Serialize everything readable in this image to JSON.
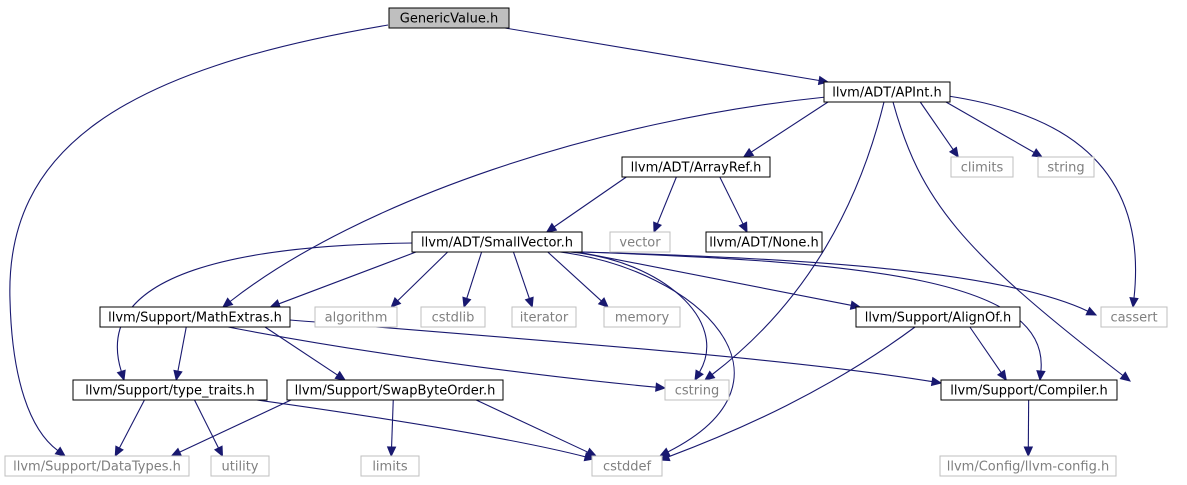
{
  "graph": {
    "colors": {
      "edge": "#191970",
      "root_fill": "#bfbfbf",
      "internal_border": "#000000",
      "external_border": "#bfbfbf",
      "external_text": "#7f7f7f",
      "internal_text": "#000000"
    },
    "nodes": [
      {
        "id": "genericvalue",
        "label": "GenericValue.h",
        "kind": "root"
      },
      {
        "id": "apint",
        "label": "llvm/ADT/APInt.h",
        "kind": "internal"
      },
      {
        "id": "arrayref",
        "label": "llvm/ADT/ArrayRef.h",
        "kind": "internal"
      },
      {
        "id": "climits",
        "label": "climits",
        "kind": "external"
      },
      {
        "id": "string",
        "label": "string",
        "kind": "external"
      },
      {
        "id": "smallvector",
        "label": "llvm/ADT/SmallVector.h",
        "kind": "internal"
      },
      {
        "id": "vector",
        "label": "vector",
        "kind": "external"
      },
      {
        "id": "none",
        "label": "llvm/ADT/None.h",
        "kind": "internal"
      },
      {
        "id": "mathextras",
        "label": "llvm/Support/MathExtras.h",
        "kind": "internal"
      },
      {
        "id": "algorithm",
        "label": "algorithm",
        "kind": "external"
      },
      {
        "id": "cstdlib",
        "label": "cstdlib",
        "kind": "external"
      },
      {
        "id": "iterator",
        "label": "iterator",
        "kind": "external"
      },
      {
        "id": "memory",
        "label": "memory",
        "kind": "external"
      },
      {
        "id": "alignof",
        "label": "llvm/Support/AlignOf.h",
        "kind": "internal"
      },
      {
        "id": "cassert",
        "label": "cassert",
        "kind": "external"
      },
      {
        "id": "typetraits",
        "label": "llvm/Support/type_traits.h",
        "kind": "internal"
      },
      {
        "id": "swapbyteorder",
        "label": "llvm/Support/SwapByteOrder.h",
        "kind": "internal"
      },
      {
        "id": "cstring",
        "label": "cstring",
        "kind": "external"
      },
      {
        "id": "compiler",
        "label": "llvm/Support/Compiler.h",
        "kind": "internal"
      },
      {
        "id": "datatypes",
        "label": "llvm/Support/DataTypes.h",
        "kind": "external"
      },
      {
        "id": "utility",
        "label": "utility",
        "kind": "external"
      },
      {
        "id": "limits",
        "label": "limits",
        "kind": "external"
      },
      {
        "id": "cstddef",
        "label": "cstddef",
        "kind": "external"
      },
      {
        "id": "llvmconfig",
        "label": "llvm/Config/llvm-config.h",
        "kind": "external"
      }
    ],
    "edges": [
      {
        "from": "genericvalue",
        "to": "apint"
      },
      {
        "from": "genericvalue",
        "to": "datatypes"
      },
      {
        "from": "apint",
        "to": "arrayref"
      },
      {
        "from": "apint",
        "to": "climits"
      },
      {
        "from": "apint",
        "to": "string"
      },
      {
        "from": "apint",
        "to": "cassert"
      },
      {
        "from": "apint",
        "to": "mathextras"
      },
      {
        "from": "apint",
        "to": "cstring"
      },
      {
        "from": "apint",
        "to": "compiler"
      },
      {
        "from": "arrayref",
        "to": "smallvector"
      },
      {
        "from": "arrayref",
        "to": "vector"
      },
      {
        "from": "arrayref",
        "to": "none"
      },
      {
        "from": "smallvector",
        "to": "mathextras"
      },
      {
        "from": "smallvector",
        "to": "typetraits"
      },
      {
        "from": "smallvector",
        "to": "algorithm"
      },
      {
        "from": "smallvector",
        "to": "cstdlib"
      },
      {
        "from": "smallvector",
        "to": "iterator"
      },
      {
        "from": "smallvector",
        "to": "memory"
      },
      {
        "from": "smallvector",
        "to": "cstring"
      },
      {
        "from": "smallvector",
        "to": "cstddef"
      },
      {
        "from": "smallvector",
        "to": "alignof"
      },
      {
        "from": "smallvector",
        "to": "cassert"
      },
      {
        "from": "smallvector",
        "to": "compiler"
      },
      {
        "from": "mathextras",
        "to": "typetraits"
      },
      {
        "from": "mathextras",
        "to": "swapbyteorder"
      },
      {
        "from": "mathextras",
        "to": "cstring"
      },
      {
        "from": "mathextras",
        "to": "compiler"
      },
      {
        "from": "alignof",
        "to": "compiler"
      },
      {
        "from": "alignof",
        "to": "cstddef"
      },
      {
        "from": "typetraits",
        "to": "datatypes"
      },
      {
        "from": "typetraits",
        "to": "utility"
      },
      {
        "from": "typetraits",
        "to": "cstddef"
      },
      {
        "from": "swapbyteorder",
        "to": "datatypes"
      },
      {
        "from": "swapbyteorder",
        "to": "limits"
      },
      {
        "from": "swapbyteorder",
        "to": "cstddef"
      },
      {
        "from": "compiler",
        "to": "llvmconfig"
      }
    ]
  }
}
